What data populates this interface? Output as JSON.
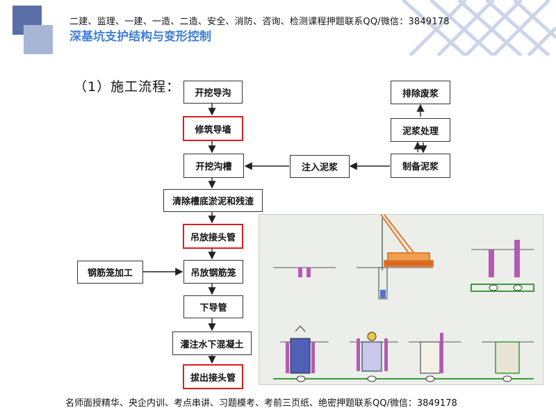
{
  "header": {
    "banner": "二建、监理、一建、一造、二造、安全、消防、咨询、检测课程押题联系QQ/微信：3849178",
    "title": "深基坑支护结构与变形控制"
  },
  "section_title": "（1）施工流程：",
  "flow": {
    "dig_guide_trench": "开挖导沟",
    "build_guide_wall": "修筑导墙",
    "dig_trench": "开挖沟槽",
    "clear_sludge": "清除槽底淤泥和残渣",
    "hang_joint_pipe": "吊放接头管",
    "hang_rebar_cage": "吊放钢筋笼",
    "lower_tremie": "下导管",
    "pour_concrete": "灌注水下混凝土",
    "pull_joint_pipe": "拔出接头管",
    "rebar_cage_processing": "钢筋笼加工",
    "inject_slurry": "注入泥浆",
    "make_slurry": "制备泥浆",
    "treat_slurry": "泥浆处理",
    "discharge_waste_slurry": "排除废浆"
  },
  "highlight_color": "#e01b1b",
  "footer": "名师面授精华、央企内训、考点串讲、习题模考、考前三页纸、绝密押题联系QQ/微信：3849178"
}
